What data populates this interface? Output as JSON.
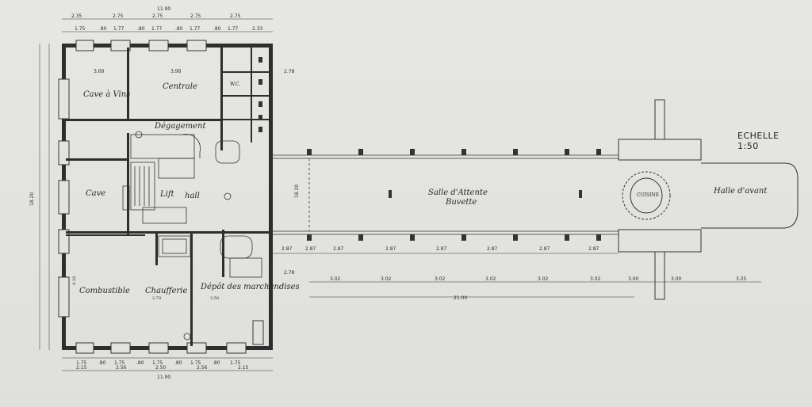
{
  "scale": {
    "label": "ECHELLE 1:50"
  },
  "rooms": {
    "cave_vins": "Cave à Vins",
    "cave_vins_width": "3.60",
    "centrale": "Centrale",
    "centrale_width": "3.98",
    "cave": "Cave",
    "combustible": "Combustible",
    "combustible_width": "4.18",
    "chaufferie": "Chaufferie",
    "chaufferie_width": "2.79",
    "depot": "Dépôt des marchandises",
    "depot_width": "3.50",
    "hall": "hall",
    "lift": "Lift",
    "wc": "W.C.",
    "degagement": "Dégagement",
    "salle": "Salle d'Attente",
    "buvette": "Buvette",
    "cuisine": "CUISINE",
    "hall_avant": "Halle d'avant"
  },
  "dimensions": {
    "overall_top": "11.90",
    "overall_bottom": "11.90",
    "overall_left": "18.20",
    "overall_right": "18.20",
    "corridor_total": "21.00",
    "top_row1": [
      "2.35",
      "2.75",
      "2.75",
      "2.75",
      "2.75"
    ],
    "top_row2": [
      "1.75",
      ".80",
      "1.77",
      ".80",
      "1.77",
      ".80",
      "1.77",
      ".80",
      "1.77",
      "2.33"
    ],
    "bottom_row1": [
      "1.75",
      ".80",
      "1.75",
      ".80",
      "1.75",
      ".80",
      "1.75",
      ".80",
      "1.75"
    ],
    "bottom_row2": [
      "2.15",
      "2.56",
      "2.50",
      "2.56",
      "2.15"
    ],
    "corridor_bays": [
      "2.87",
      "2.87",
      "2.87",
      "2.87",
      "2.87",
      "2.87",
      "2.87",
      "2.87"
    ],
    "corridor_lower": [
      "3.02",
      "3.02",
      "3.02",
      "3.02",
      "3.02",
      "3.02",
      "3.00",
      "3.00",
      "3.25"
    ],
    "right_side": [
      "2.78",
      "2.78"
    ]
  }
}
